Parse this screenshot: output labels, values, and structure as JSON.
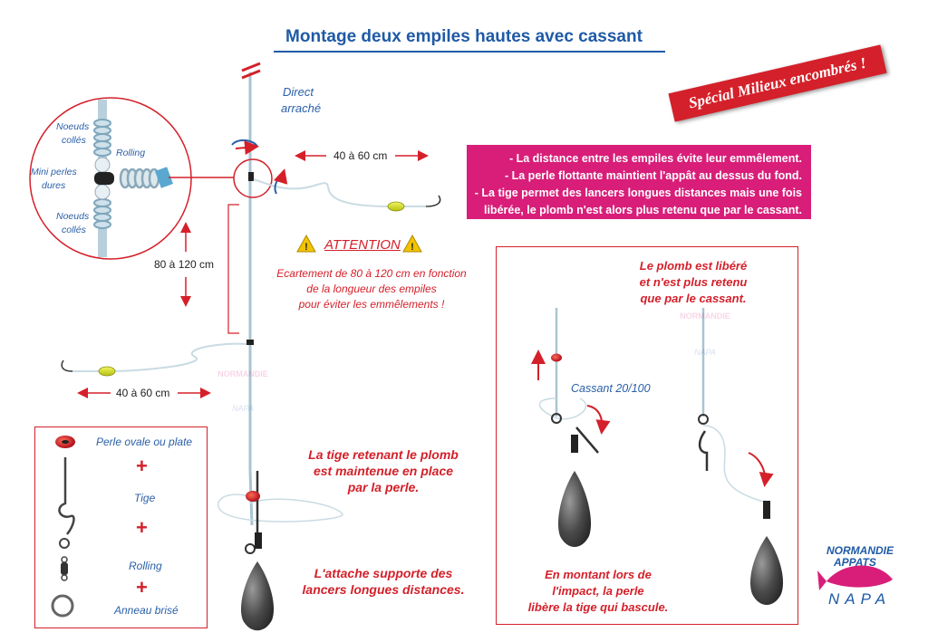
{
  "title": "Montage deux empiles hautes avec cassant",
  "badge": "Spécial Milieux encombrés !",
  "labels": {
    "direct": "Direct",
    "arrache": "arraché",
    "noeuds_top_1": "Noeuds",
    "noeuds_top_2": "collés",
    "rolling_zoom": "Rolling",
    "mini_perles_1": "Mini perles",
    "mini_perles_2": "dures",
    "noeuds_bot_1": "Noeuds",
    "noeuds_bot_2": "collés",
    "dist_top": "40 à 60 cm",
    "dist_vertical": "80 à 120 cm",
    "dist_bottom": "40 à 60 cm",
    "cassant": "Cassant 20/100"
  },
  "info_box": [
    "- La distance entre les empiles évite leur emmêlement.",
    "- La perle flottante maintient l'appât au dessus du fond.",
    "- La tige permet des lancers longues distances mais une fois",
    "libérée, le plomb n'est alors plus retenu que par le cassant."
  ],
  "attention": {
    "title": "ATTENTION",
    "lines": [
      "Ecartement de 80 à 120 cm en fonction",
      "de la longueur des empiles",
      "pour éviter les emmêlements !"
    ]
  },
  "center_notes": {
    "tige_1": "La tige retenant le plomb",
    "tige_2": "est maintenue en place",
    "tige_3": "par la perle.",
    "attache_1": "L'attache supporte des",
    "attache_2": "lancers longues distances."
  },
  "right_box": {
    "top_1": "Le plomb est libéré",
    "top_2": "et n'est plus retenu",
    "top_3": "que par le cassant.",
    "bottom_1": "En montant lors de",
    "bottom_2": "l'impact, la perle",
    "bottom_3": "libère la tige qui bascule."
  },
  "legend": {
    "perle": "Perle ovale ou plate",
    "plus1": "+",
    "tige": "Tige",
    "plus2": "+",
    "rolling": "Rolling",
    "plus3": "+",
    "anneau": "Anneau brisé"
  },
  "logo": {
    "line1": "NORMANDIE",
    "line2": "APPATS",
    "line3": "NAPA"
  },
  "colors": {
    "title_blue": "#1f5aa6",
    "accent_red": "#d4202a",
    "pink": "#d81e79",
    "line_gray": "#8aa8b8",
    "lead": "#555555",
    "float_yellow": "#d8e020"
  }
}
